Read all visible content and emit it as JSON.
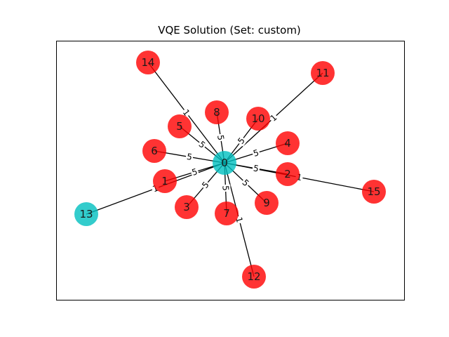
{
  "title": "VQE Solution (Set: custom)",
  "colors": {
    "set_a": "#ff0000",
    "set_b": "#00bfbf"
  },
  "nodes": [
    {
      "id": "0",
      "label": "0",
      "group": "set_b"
    },
    {
      "id": "1",
      "label": "1",
      "group": "set_a"
    },
    {
      "id": "2",
      "label": "2",
      "group": "set_a"
    },
    {
      "id": "3",
      "label": "3",
      "group": "set_a"
    },
    {
      "id": "4",
      "label": "4",
      "group": "set_a"
    },
    {
      "id": "5",
      "label": "5",
      "group": "set_a"
    },
    {
      "id": "6",
      "label": "6",
      "group": "set_a"
    },
    {
      "id": "7",
      "label": "7",
      "group": "set_a"
    },
    {
      "id": "8",
      "label": "8",
      "group": "set_a"
    },
    {
      "id": "9",
      "label": "9",
      "group": "set_a"
    },
    {
      "id": "10",
      "label": "10",
      "group": "set_a"
    },
    {
      "id": "11",
      "label": "11",
      "group": "set_a"
    },
    {
      "id": "12",
      "label": "12",
      "group": "set_a"
    },
    {
      "id": "13",
      "label": "13",
      "group": "set_b"
    },
    {
      "id": "14",
      "label": "14",
      "group": "set_a"
    },
    {
      "id": "15",
      "label": "15",
      "group": "set_a"
    }
  ],
  "edges": [
    {
      "source": "0",
      "target": "1",
      "weight": "5"
    },
    {
      "source": "0",
      "target": "2",
      "weight": "5"
    },
    {
      "source": "0",
      "target": "3",
      "weight": "5"
    },
    {
      "source": "0",
      "target": "4",
      "weight": "5"
    },
    {
      "source": "0",
      "target": "5",
      "weight": "5"
    },
    {
      "source": "0",
      "target": "6",
      "weight": "5"
    },
    {
      "source": "0",
      "target": "7",
      "weight": "5"
    },
    {
      "source": "0",
      "target": "8",
      "weight": "5"
    },
    {
      "source": "0",
      "target": "9",
      "weight": "5"
    },
    {
      "source": "0",
      "target": "10",
      "weight": "5"
    },
    {
      "source": "0",
      "target": "11",
      "weight": "1"
    },
    {
      "source": "0",
      "target": "12",
      "weight": "1"
    },
    {
      "source": "0",
      "target": "13",
      "weight": "1"
    },
    {
      "source": "0",
      "target": "14",
      "weight": "1"
    },
    {
      "source": "0",
      "target": "15",
      "weight": "1"
    }
  ]
}
